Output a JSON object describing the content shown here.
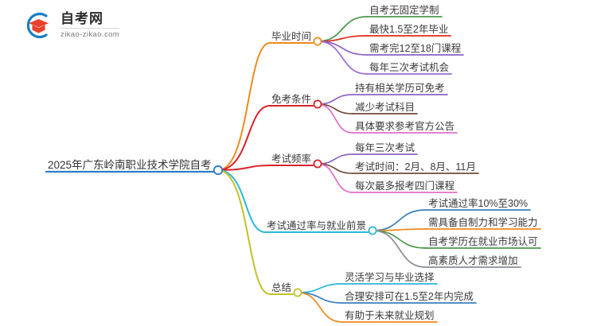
{
  "logo": {
    "icon": "graduation-cap-icon",
    "arc_color": "#1b7fc4",
    "cap_color": "#e8402a",
    "title": "自考网",
    "subtitle": "zikao-zikao.com"
  },
  "mindmap": {
    "root": {
      "label": "2025年广东岭南职业技术学院自考",
      "color": "#2f7dc4"
    },
    "branches": [
      {
        "label": "毕业时间",
        "color": "#f08a1e",
        "children": [
          {
            "label": "自考无固定学制",
            "color": "#4c9a4c"
          },
          {
            "label": "最快1.5至2年毕业",
            "color": "#e02b1d"
          },
          {
            "label": "需考完12至18门课程",
            "color": "#8c63c6"
          },
          {
            "label": "每年三次考试机会",
            "color": "#9b6fd0"
          }
        ]
      },
      {
        "label": "免考条件",
        "color": "#d8232a",
        "children": [
          {
            "label": "持有相关学历可免考",
            "color": "#8c63c6"
          },
          {
            "label": "减少考试科目",
            "color": "#6e4b3a"
          },
          {
            "label": "具体要求参考官方公告",
            "color": "#e06ec8"
          }
        ]
      },
      {
        "label": "考试频率",
        "color": "#d8232a",
        "children": [
          {
            "label": "每年三次考试",
            "color": "#8c63c6"
          },
          {
            "label": "考试时间：2月、8月、11月",
            "color": "#6e4b3a"
          },
          {
            "label": "每次最多报考四门课程",
            "color": "#e06ec8"
          }
        ]
      },
      {
        "label": "考试通过率与就业前景",
        "color": "#2bb8d8",
        "children": [
          {
            "label": "考试通过率10%至30%",
            "color": "#3a7fc1"
          },
          {
            "label": "需具备自制力和学习能力",
            "color": "#f08a1e"
          },
          {
            "label": "自考学历在就业市场认可",
            "color": "#4c9a4c"
          },
          {
            "label": "高素质人才需求增加",
            "color": "#8a8f96"
          }
        ]
      },
      {
        "label": "总结",
        "color": "#c3c12a",
        "children": [
          {
            "label": "灵活学习与毕业选择",
            "color": "#2bb8d8"
          },
          {
            "label": "合理安排可在1.5至2年内完成",
            "color": "#3a7fc1"
          },
          {
            "label": "有助于未来就业规划",
            "color": "#f08a1e"
          }
        ]
      }
    ]
  }
}
